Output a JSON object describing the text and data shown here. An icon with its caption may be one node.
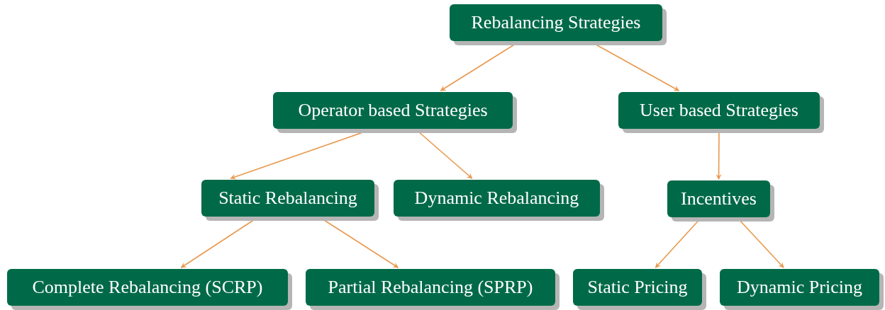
{
  "diagram": {
    "nodes": [
      {
        "text": [
          "Rebalancing Strategies"
        ]
      },
      {
        "text": [
          "Operator based Strategies"
        ]
      },
      {
        "text": [
          "User based Strategies"
        ]
      },
      {
        "text": [
          "Static Rebalancing"
        ]
      },
      {
        "text": [
          "Dynamic Rebalancing"
        ]
      },
      {
        "text": [
          "Incentives"
        ]
      },
      {
        "text": [
          "Complete Rebalancing (SCRP)"
        ]
      },
      {
        "text": [
          "Partial Rebalancing (SPRP)"
        ]
      },
      {
        "text": [
          "Static Pricing"
        ]
      },
      {
        "text": [
          "Dynamic Pricing"
        ]
      }
    ],
    "edges": [
      {
        "from": 0,
        "to": 1,
        "arrow": "to"
      },
      {
        "from": 0,
        "to": 2,
        "arrow": "to"
      },
      {
        "from": 1,
        "to": 3,
        "arrow": "to"
      },
      {
        "from": 1,
        "to": 4,
        "arrow": "to"
      },
      {
        "from": 2,
        "to": 5,
        "arrow": "to"
      },
      {
        "from": 3,
        "to": 6,
        "arrow": "to"
      },
      {
        "from": 3,
        "to": 7,
        "arrow": "to"
      },
      {
        "from": 5,
        "to": 8,
        "arrow": "to"
      },
      {
        "from": 5,
        "to": 9,
        "arrow": "to"
      }
    ]
  }
}
